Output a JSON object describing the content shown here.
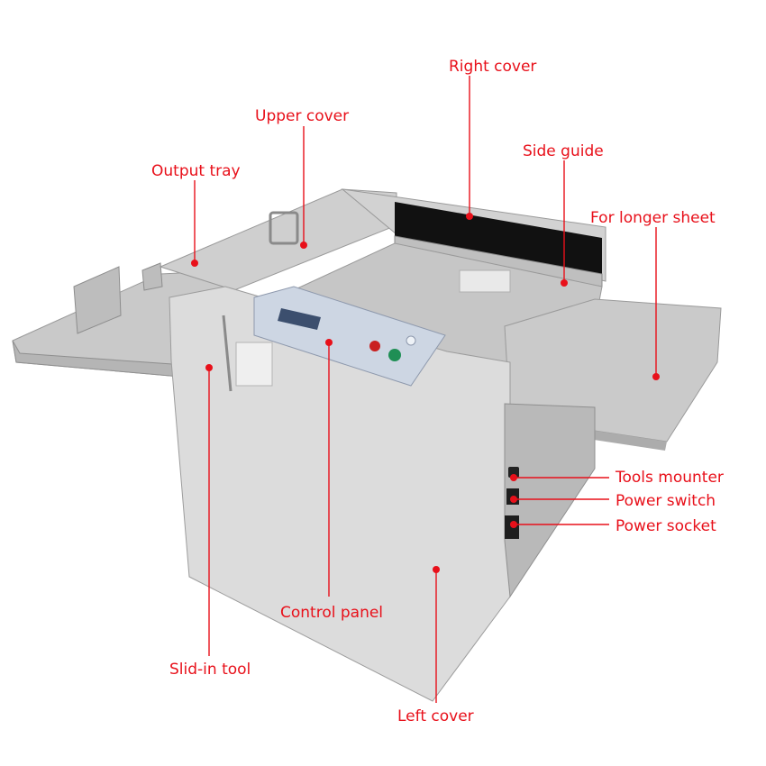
{
  "colors": {
    "callout": "#e8101a",
    "machine_light": "#d9d9d9",
    "machine_mid": "#c4c4c4",
    "machine_dark": "#a8a8a8",
    "panel_blue": "#b9c8dc",
    "lcd": "#3c4f6e",
    "opening": "#111111"
  },
  "callouts": [
    {
      "id": "right-cover",
      "label": "Right cover"
    },
    {
      "id": "upper-cover",
      "label": "Upper cover"
    },
    {
      "id": "side-guide",
      "label": "Side guide"
    },
    {
      "id": "output-tray",
      "label": "Output tray"
    },
    {
      "id": "longer-sheet",
      "label": "For longer sheet"
    },
    {
      "id": "tools-mounter",
      "label": "Tools mounter"
    },
    {
      "id": "power-switch",
      "label": "Power switch"
    },
    {
      "id": "power-socket",
      "label": "Power socket"
    },
    {
      "id": "control-panel",
      "label": "Control panel"
    },
    {
      "id": "slid-in-tool",
      "label": "Slid-in tool"
    },
    {
      "id": "left-cover",
      "label": "Left cover"
    }
  ]
}
